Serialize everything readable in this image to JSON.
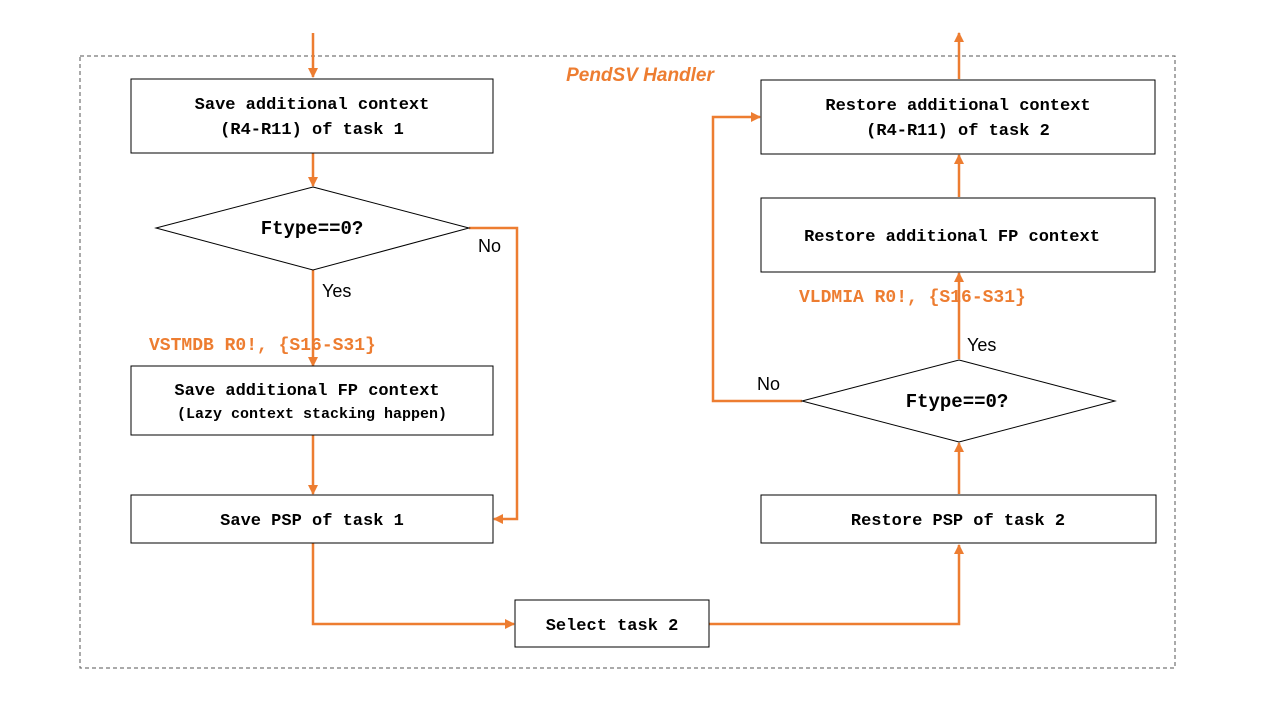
{
  "diagram": {
    "title": "PendSV Handler",
    "accent_color": "#ED7D31",
    "nodes": {
      "save_context": {
        "line1": "Save additional context",
        "line2": "(R4-R11) of task 1"
      },
      "decision_left": {
        "text": "Ftype==0?"
      },
      "save_fp": {
        "line1": "Save additional FP context",
        "line2": "(Lazy context stacking happen)"
      },
      "save_psp": {
        "text": "Save PSP of task 1"
      },
      "select_task": {
        "text": "Select task 2"
      },
      "restore_psp": {
        "text": "Restore PSP of task 2"
      },
      "decision_right": {
        "text": "Ftype==0?"
      },
      "restore_fp": {
        "text": "Restore additional FP context"
      },
      "restore_context": {
        "line1": "Restore additional context",
        "line2": "(R4-R11) of task 2"
      }
    },
    "code": {
      "vstmdb": "VSTMDB R0!, {S16-S31}",
      "vldmia": "VLDMIA R0!, {S16-S31}"
    },
    "edge_labels": {
      "left_yes": "Yes",
      "left_no": "No",
      "right_yes": "Yes",
      "right_no": "No"
    }
  }
}
